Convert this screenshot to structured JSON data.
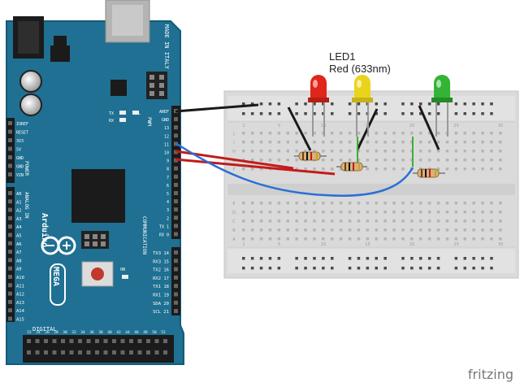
{
  "led_label": {
    "name": "LED1",
    "desc": "Red (633nm)"
  },
  "brand": "fritzing",
  "board": {
    "name": "Arduino",
    "model": "MEGA",
    "made_in": "MADE IN ITALY",
    "digital_label": "DIGITAL",
    "pwm_label": "PWM",
    "communication_label": "COMMUNICATION",
    "analog_label": "ANALOG IN",
    "power_label": "POWER",
    "led_indicators": [
      "TX",
      "RX",
      "L"
    ],
    "on_label": "ON",
    "left_power_pins": [
      "IOREF",
      "RESET",
      "3V3",
      "5V",
      "GND",
      "GND",
      "VIN"
    ],
    "analog_pins": [
      "A0",
      "A1",
      "A2",
      "A3",
      "A4",
      "A5",
      "A6",
      "A7",
      "A8",
      "A9",
      "A10",
      "A11",
      "A12",
      "A13",
      "A14",
      "A15"
    ],
    "pwm_pins": [
      "AREF",
      "GND",
      "13",
      "12",
      "11",
      "10",
      "9",
      "8",
      "7",
      "6",
      "5",
      "4",
      "3",
      "2",
      "TX 1",
      "RX 0"
    ],
    "comm_pins": [
      "TX3 14",
      "RX3 15",
      "TX2 16",
      "RX2 17",
      "TX1 18",
      "RX1 19",
      "SDA 20",
      "SCL 21"
    ],
    "digital_row": [
      "22",
      "24",
      "26",
      "28",
      "30",
      "32",
      "34",
      "36",
      "38",
      "40",
      "42",
      "44",
      "46",
      "48",
      "50",
      "52"
    ]
  },
  "breadboard": {
    "column_numbers": [
      "1",
      "5",
      "10",
      "15",
      "20",
      "25",
      "30"
    ],
    "row_letters_top": [
      "J",
      "I",
      "H",
      "G",
      "F"
    ],
    "row_letters_bottom": [
      "E",
      "D",
      "C",
      "B",
      "A"
    ]
  },
  "colors": {
    "board": "#1f7092",
    "board_edge": "#165a78",
    "breadboard": "#d9d9d9",
    "wire_red": "#c21b1b",
    "wire_black": "#1a1a1a",
    "wire_blue": "#2a6fd6",
    "led_red": "#e0251b",
    "led_yellow": "#ead31d",
    "led_green": "#34b336"
  }
}
